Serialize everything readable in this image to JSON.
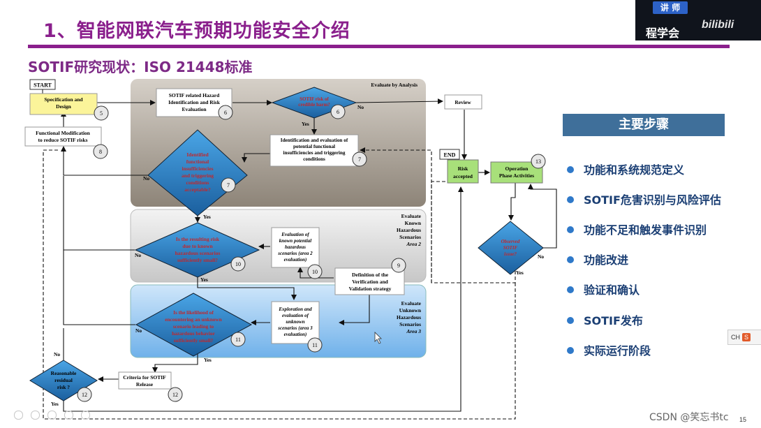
{
  "slide": {
    "title": "1、智能网联汽车预期功能安全介绍",
    "subtitle": "SOTIF研究现状：ISO 21448标准",
    "page_number": "15"
  },
  "overlay": {
    "lecturer_badge": "讲 师",
    "lecturer_caption": "程学会",
    "site_logo": "bilibili",
    "watermark": "CSDN @笑忘书tc",
    "ime_label": "CH",
    "ime_icon": "S"
  },
  "diagram": {
    "start": "START",
    "end": "END",
    "region_analysis": "Evaluate by Analysis",
    "region_known": [
      "Evaluate",
      "Known",
      "Hazardous",
      "Scenarios",
      "Area 2"
    ],
    "region_unknown": [
      "Evaluate",
      "Unknown",
      "Hazardous",
      "Scenarios",
      "Area 3"
    ],
    "spec": [
      "Specification and",
      "Design"
    ],
    "func_mod": [
      "Functional Modification",
      "to reduce SOTIF risks"
    ],
    "hazard_id": [
      "SOTIF related Hazard",
      "Identification and Risk",
      "Evaluation"
    ],
    "risk_diamond": [
      "SOTIF risk of",
      "credible harm?"
    ],
    "review": "Review",
    "ident_eval": [
      "Identification and evaluation of",
      "potential functional",
      "insufficiencies and triggering",
      "conditions"
    ],
    "insuff_diamond": [
      "Identified",
      "functional",
      "insufficiencies",
      "and triggering",
      "conditions",
      "acceptable?"
    ],
    "risk_accepted": [
      "Risk",
      "accepted"
    ],
    "operation": [
      "Operation",
      "Phase Activities"
    ],
    "observed": [
      "Observed",
      "SOTIF",
      "issue?"
    ],
    "known_eval": [
      "Evaluation of",
      "known potential",
      "hazardous",
      "scenarios (area 2",
      "evaluation)"
    ],
    "known_diamond": [
      "Is the resulting risk",
      "due to known",
      "hazardous  scenarios",
      "sufficiently  small?"
    ],
    "verif": [
      "Definition of the",
      "Verification and",
      "Validation strategy"
    ],
    "unknown_eval": [
      "Exploration and",
      "evaluation of",
      "unknown",
      "scenarios (area 3",
      "evaluation)"
    ],
    "unknown_diamond": [
      "Is the likelihood of",
      "encountering an unknown",
      "scenario leading to",
      "hazardous behavior",
      "sufficiently small?"
    ],
    "criteria": [
      "Criteria for SOTIF",
      "Release"
    ],
    "residual": [
      "Reasonable",
      "residual",
      "risk ?"
    ],
    "yes": "Yes",
    "no": "No",
    "badges": [
      "5",
      "6",
      "6",
      "7",
      "7",
      "8",
      "9",
      "10",
      "10",
      "11",
      "11",
      "12",
      "12",
      "13"
    ]
  },
  "steps": {
    "header": "主要步骤",
    "items": [
      "功能和系统规范定义",
      "SOTIF危害识别与风险评估",
      "功能不足和触发事件识别",
      "功能改进",
      "验证和确认",
      "SOTIF发布",
      "实际运行阶段"
    ]
  },
  "colors": {
    "title": "#8a1f8c",
    "diamond": "#1f6fb2",
    "diamond_text": "#c0282d",
    "spec_box": "#fbf49a",
    "green_box": "#a8e07a",
    "steps_header": "#3f6f9a",
    "steps_text": "#1b3f74"
  }
}
